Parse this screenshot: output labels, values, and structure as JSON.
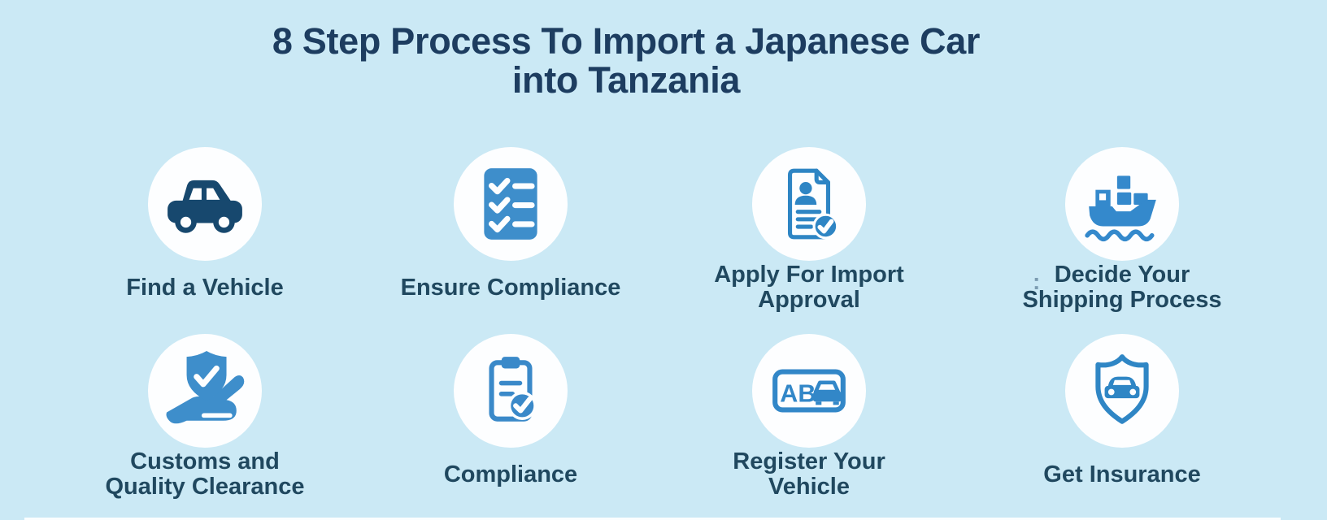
{
  "title": {
    "line1": "8 Step Process To Import a Japanese Car",
    "line2": "into Tanzania"
  },
  "steps": [
    {
      "label": "Find a Vehicle",
      "icon": "car-icon"
    },
    {
      "label": "Ensure Compliance",
      "icon": "checklist-icon"
    },
    {
      "label": "Apply For Import\nApproval",
      "icon": "import-approval-document-icon"
    },
    {
      "label": "Decide Your\nShipping Process",
      "icon": "cargo-ship-icon"
    },
    {
      "label": "Customs and\nQuality Clearance",
      "icon": "shield-in-hand-icon"
    },
    {
      "label": "Compliance",
      "icon": "clipboard-check-icon"
    },
    {
      "label": "Register Your\nVehicle",
      "icon": "license-plate-icon"
    },
    {
      "label": "Get Insurance",
      "icon": "car-insurance-shield-icon"
    }
  ],
  "plate_text": "AB",
  "stray_mark": ":",
  "colors": {
    "background": "#cbe9f5",
    "circle_fill": "#fdfeff",
    "title_text": "#1d3d60",
    "label_text": "#20485f",
    "icon_navy": "#17486e",
    "icon_blue": "#3e8ecb",
    "icon_blue_outline": "#2e85c4"
  }
}
